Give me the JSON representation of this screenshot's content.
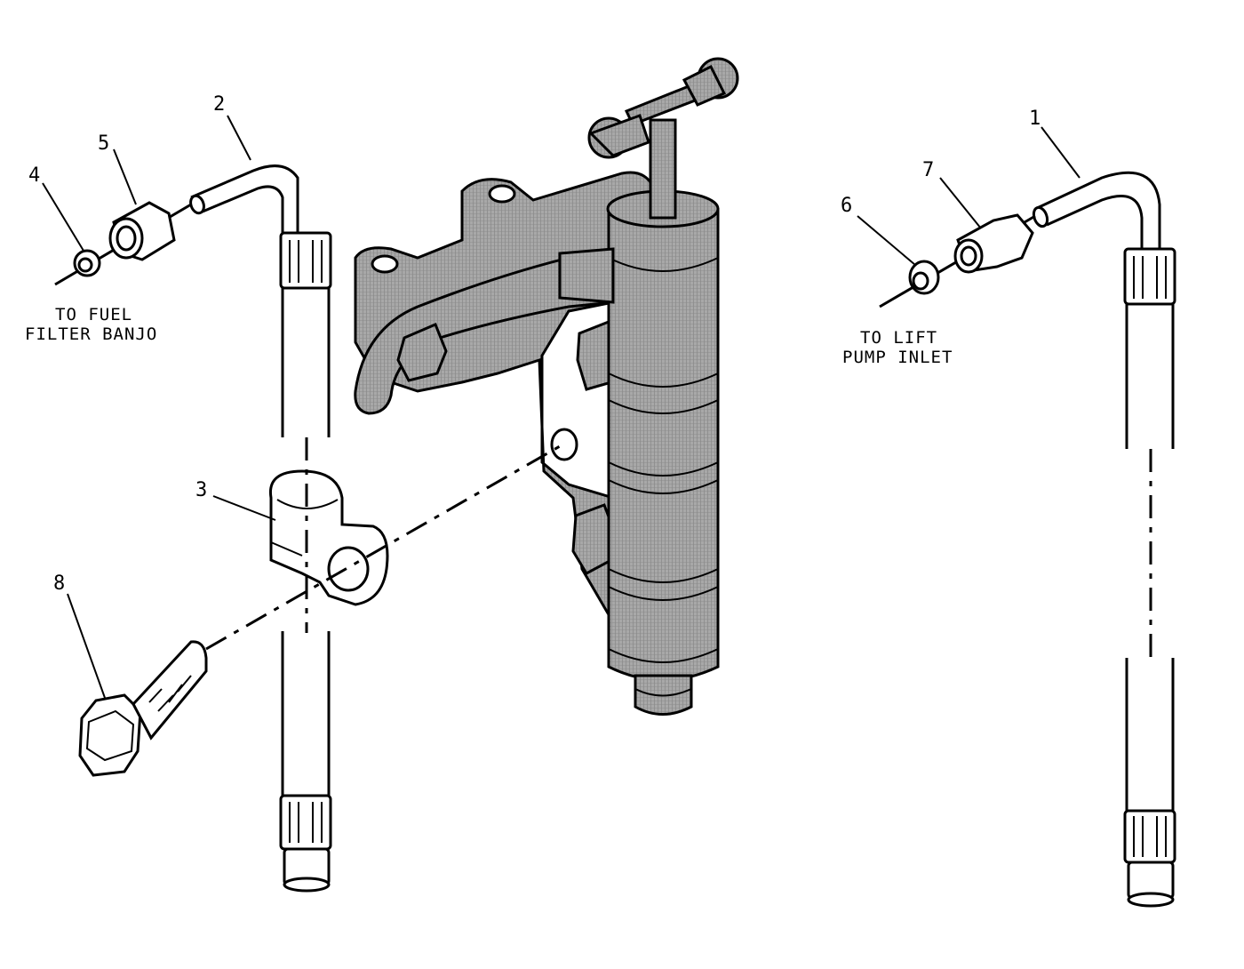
{
  "callouts": {
    "c1": "1",
    "c2": "2",
    "c3": "3",
    "c4": "4",
    "c5": "5",
    "c6": "6",
    "c7": "7",
    "c8": "8"
  },
  "notes": {
    "fuel_filter_line1": "TO FUEL",
    "fuel_filter_line2": "FILTER BANJO",
    "lift_pump_line1": "TO LIFT",
    "lift_pump_line2": "PUMP INLET"
  },
  "colors": {
    "ink": "#000000",
    "shade": "#9a9a9a",
    "background": "#ffffff"
  }
}
